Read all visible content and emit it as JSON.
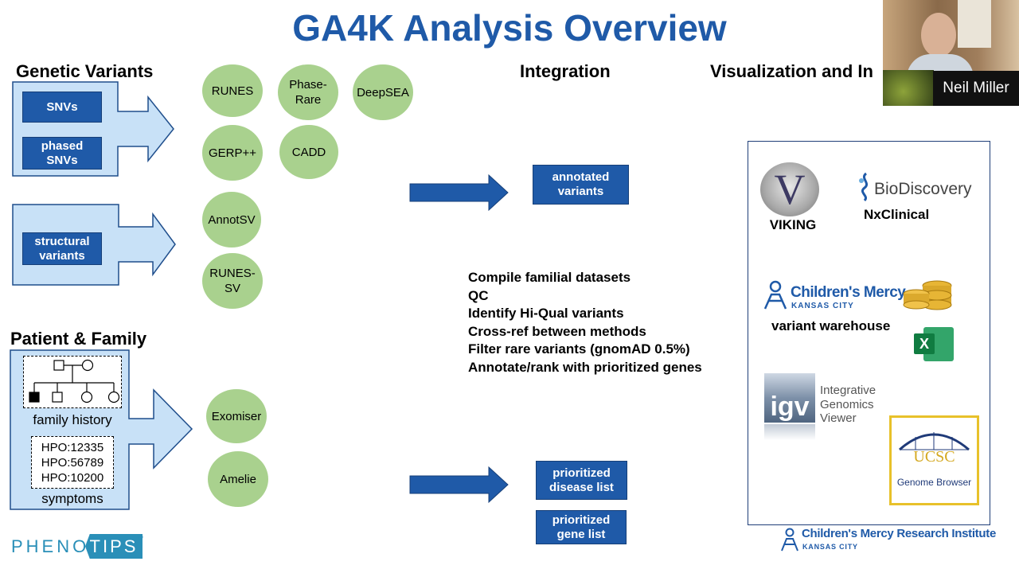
{
  "title": "GA4K Analysis Overview",
  "headers": {
    "genetic_variants": "Genetic Variants",
    "integration": "Integration",
    "visualization": "Visualization and In",
    "patient_family": "Patient & Family"
  },
  "variant_inputs": {
    "snvs": "SNVs",
    "phased_snvs": "phased SNVs",
    "structural_variants": "structural variants"
  },
  "tools": {
    "runes": "RUNES",
    "phase_rare": "Phase-Rare",
    "deepsea": "DeepSEA",
    "gerp": "GERP++",
    "cadd": "CADD",
    "annotsv": "AnnotSV",
    "runes_sv": "RUNES-SV",
    "exomiser": "Exomiser",
    "amelie": "Amelie"
  },
  "patient": {
    "family_history": "family history",
    "hpo": [
      "HPO:12335",
      "HPO:56789",
      "HPO:10200"
    ],
    "symptoms": "symptoms"
  },
  "outputs": {
    "annotated_variants": "annotated variants",
    "prioritized_disease_list": "prioritized disease list",
    "prioritized_gene_list": "prioritized gene list"
  },
  "steps": [
    "Compile familial datasets",
    "QC",
    "Identify Hi-Qual variants",
    "Cross-ref between methods",
    "Filter rare variants (gnomAD 0.5%)",
    "Annotate/rank with prioritized genes"
  ],
  "visual_tools": {
    "viking_logo": "V",
    "viking": "VIKING",
    "biodiscovery": "BioDiscovery",
    "nxclinical": "NxClinical",
    "childrens_mercy": "Children's Mercy",
    "kansas_city": "KANSAS CITY",
    "variant_warehouse": "variant warehouse",
    "excel_letter": "X",
    "igv_logo": "igv",
    "igv_name_1": "Integrative",
    "igv_name_2": "Genomics",
    "igv_name_3": "Viewer",
    "ucsc": "UCSC",
    "genome_browser": "Genome Browser"
  },
  "footer": {
    "phenotips_left": "PHENO",
    "phenotips_right": "TIPS",
    "registered": "®",
    "cmri": "Children's Mercy Research Institute",
    "cmri_city": "KANSAS CITY"
  },
  "presenter": {
    "name": "Neil Miller"
  },
  "colors": {
    "title_blue": "#1f5aa8",
    "box_blue": "#1f5aa8",
    "panel_light_blue": "#c8e1f7",
    "circle_green": "#a9d18e",
    "phenotips_teal": "#2a8fb8"
  }
}
